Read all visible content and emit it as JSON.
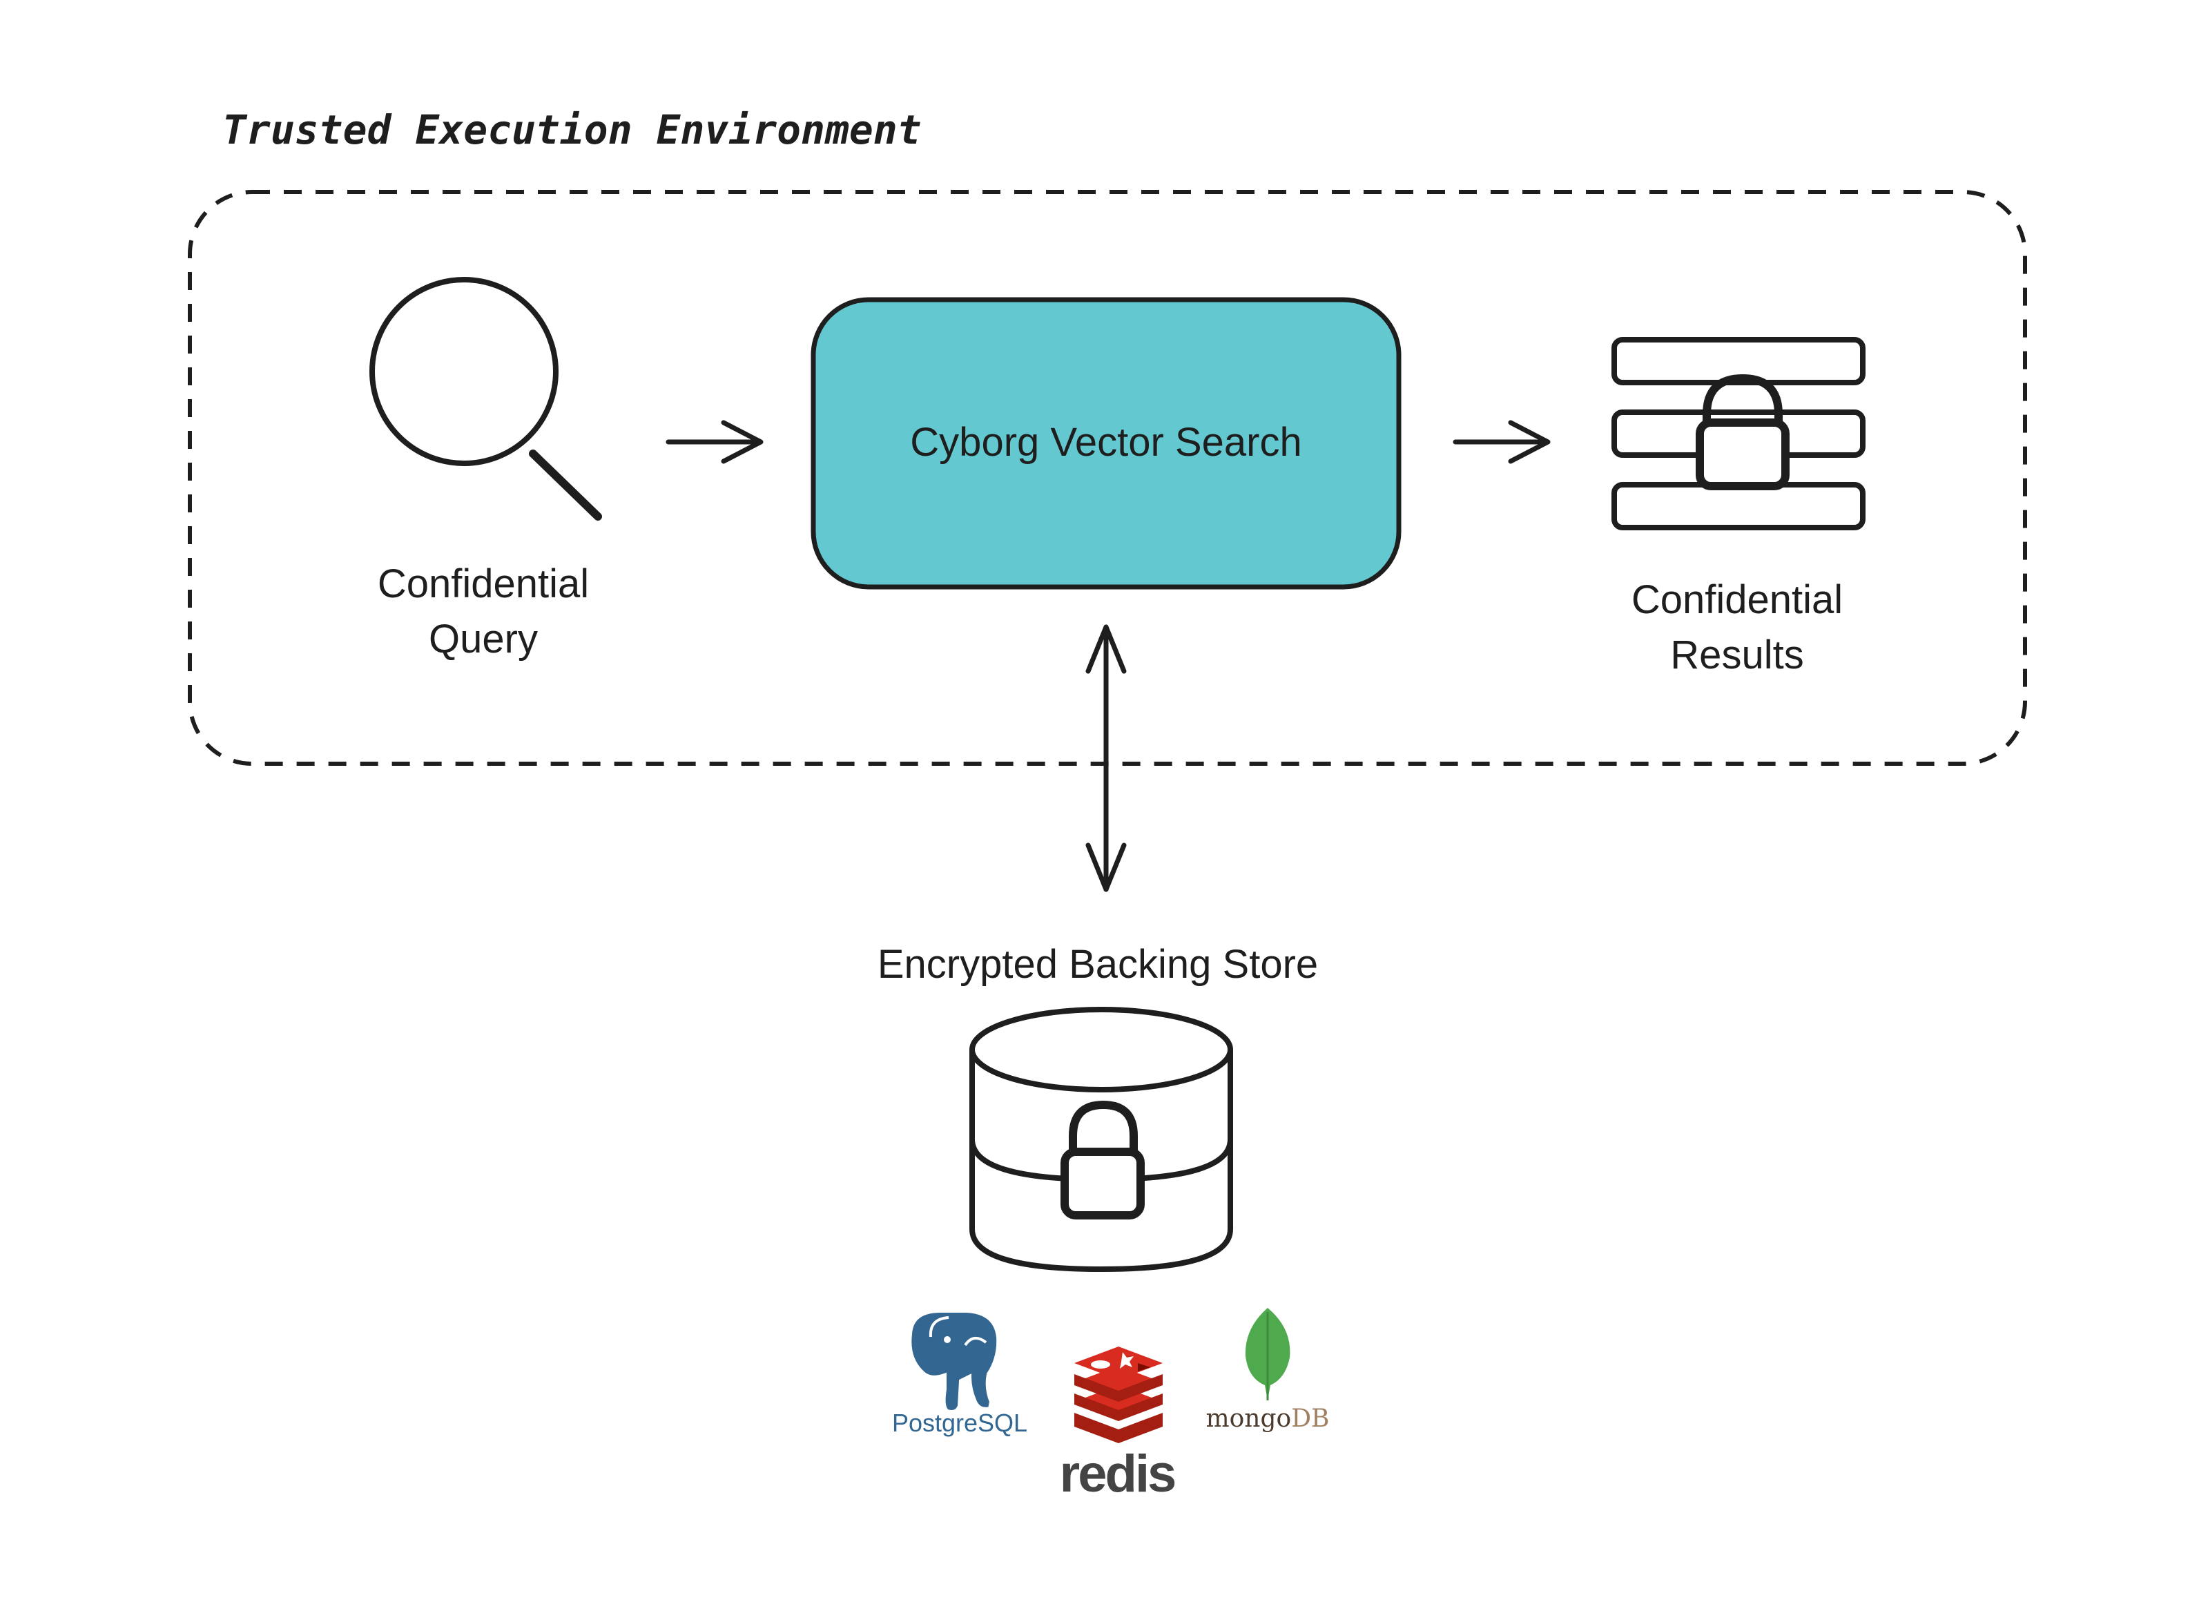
{
  "diagram": {
    "tee_label": "Trusted Execution Environment",
    "query": {
      "line1": "Confidential",
      "line2": "Query",
      "icon": "magnifier-icon"
    },
    "search_box": {
      "label": "Cyborg Vector Search",
      "fill": "#63c8cf"
    },
    "results": {
      "line1": "Confidential",
      "line2": "Results",
      "icon": "locked-results-icon"
    },
    "store": {
      "label": "Encrypted Backing Store",
      "icon": "locked-database-icon"
    },
    "logos": {
      "postgres": {
        "label": "PostgreSQL",
        "color": "#336791"
      },
      "redis": {
        "label": "redis",
        "color": "#d82c20"
      },
      "mongo": {
        "label_a": "mongo",
        "label_b": "DB",
        "color": "#4fa94d"
      }
    }
  }
}
